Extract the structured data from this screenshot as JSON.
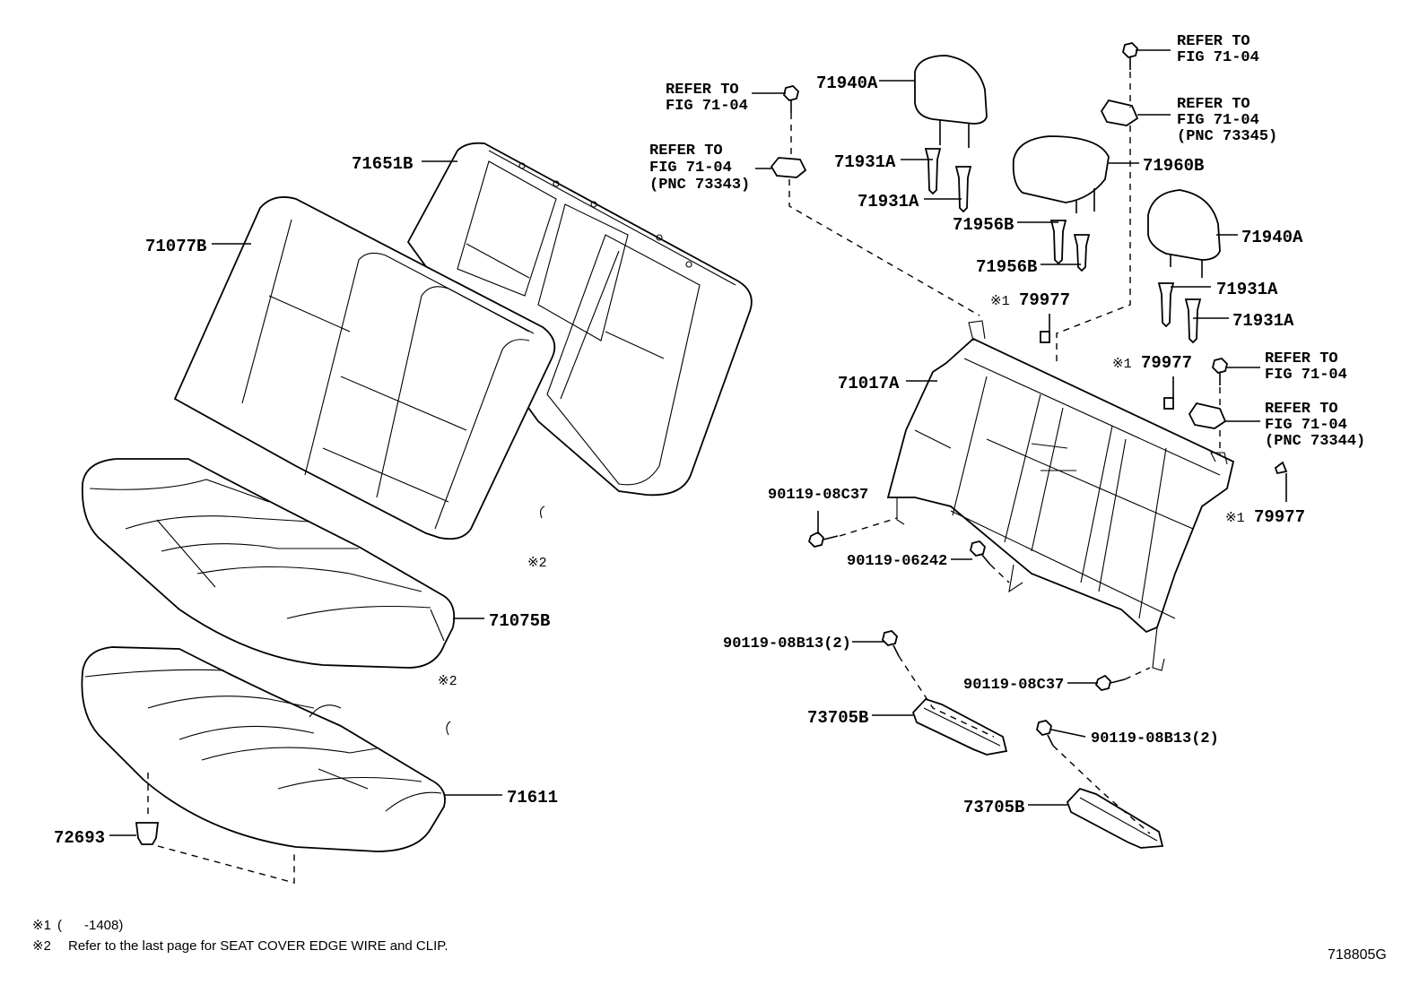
{
  "figure_id": "718805G",
  "parts": {
    "p71651B": "71651B",
    "p71077B": "71077B",
    "p71075B": "71075B",
    "p71611": "71611",
    "p72693": "72693",
    "p71940A_1": "71940A",
    "p71940A_2": "71940A",
    "p71931A_1": "71931A",
    "p71931A_2": "71931A",
    "p71931A_3": "71931A",
    "p71931A_4": "71931A",
    "p71960B": "71960B",
    "p71956B_1": "71956B",
    "p71956B_2": "71956B",
    "p71017A": "71017A",
    "p79977_1": "79977",
    "p79977_2": "79977",
    "p79977_3": "79977",
    "p90119_08C37_1": "90119-08C37",
    "p90119_06242": "90119-06242",
    "p90119_08B13_1": "90119-08B13(2)",
    "p90119_08C37_2": "90119-08C37",
    "p90119_08B13_2": "90119-08B13(2)",
    "p73705B_1": "73705B",
    "p73705B_2": "73705B"
  },
  "callouts": {
    "refer_top_left": [
      "REFER TO",
      "FIG 71-04"
    ],
    "refer_pnc73343": [
      "REFER TO",
      "FIG 71-04",
      "(PNC 73343)"
    ],
    "refer_top_right": [
      "REFER TO",
      "FIG 71-04"
    ],
    "refer_pnc73345": [
      "REFER TO",
      "FIG 71-04",
      "(PNC 73345)"
    ],
    "refer_mid_right": [
      "REFER TO",
      "FIG 71-04"
    ],
    "refer_pnc73344": [
      "REFER TO",
      "FIG 71-04",
      "(PNC 73344)"
    ]
  },
  "marks": {
    "note1": "※1",
    "note2": "※2"
  },
  "footnotes": {
    "note1_mark": "※1",
    "note1_text": "(      -1408)",
    "note2_mark": "※2",
    "note2_text": "Refer to the last page for SEAT COVER EDGE WIRE and CLIP."
  }
}
